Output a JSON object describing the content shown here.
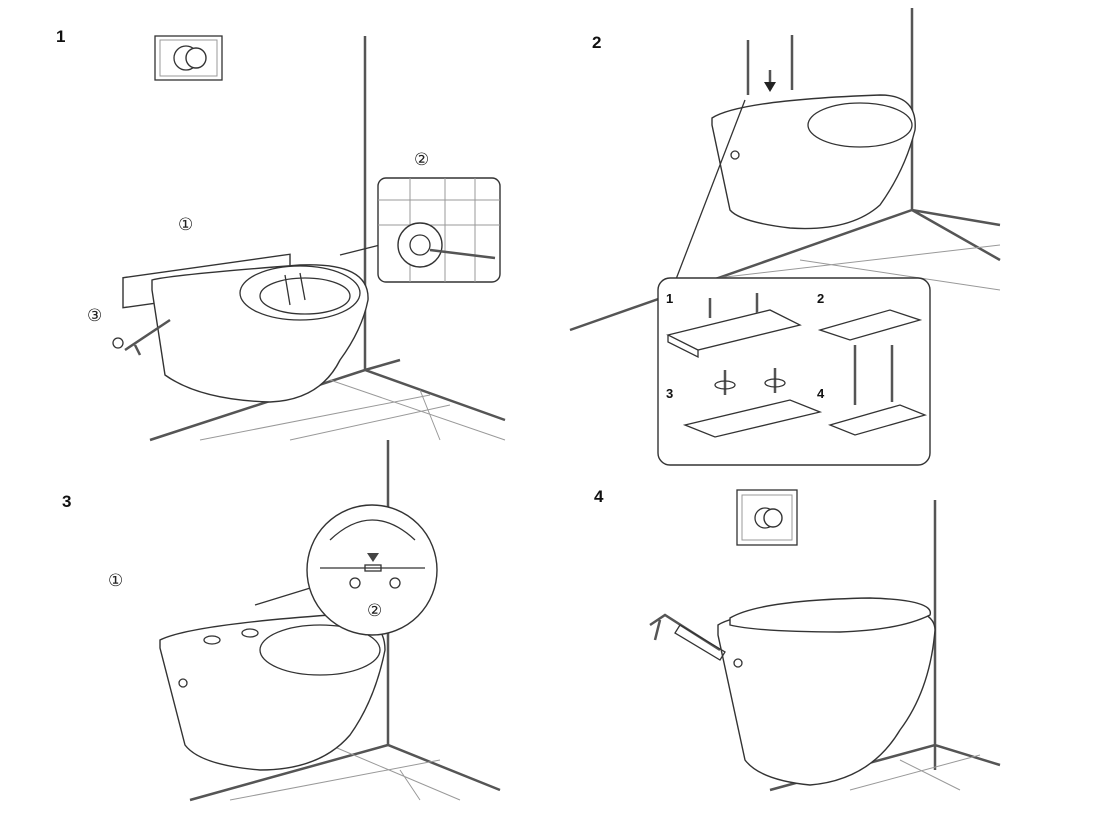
{
  "steps": [
    {
      "number": "1",
      "callouts": [
        "①",
        "②",
        "③"
      ]
    },
    {
      "number": "2",
      "inset_steps": [
        "1",
        "2",
        "3",
        "4"
      ]
    },
    {
      "number": "3",
      "callouts": [
        "①",
        "②"
      ]
    },
    {
      "number": "4"
    }
  ]
}
